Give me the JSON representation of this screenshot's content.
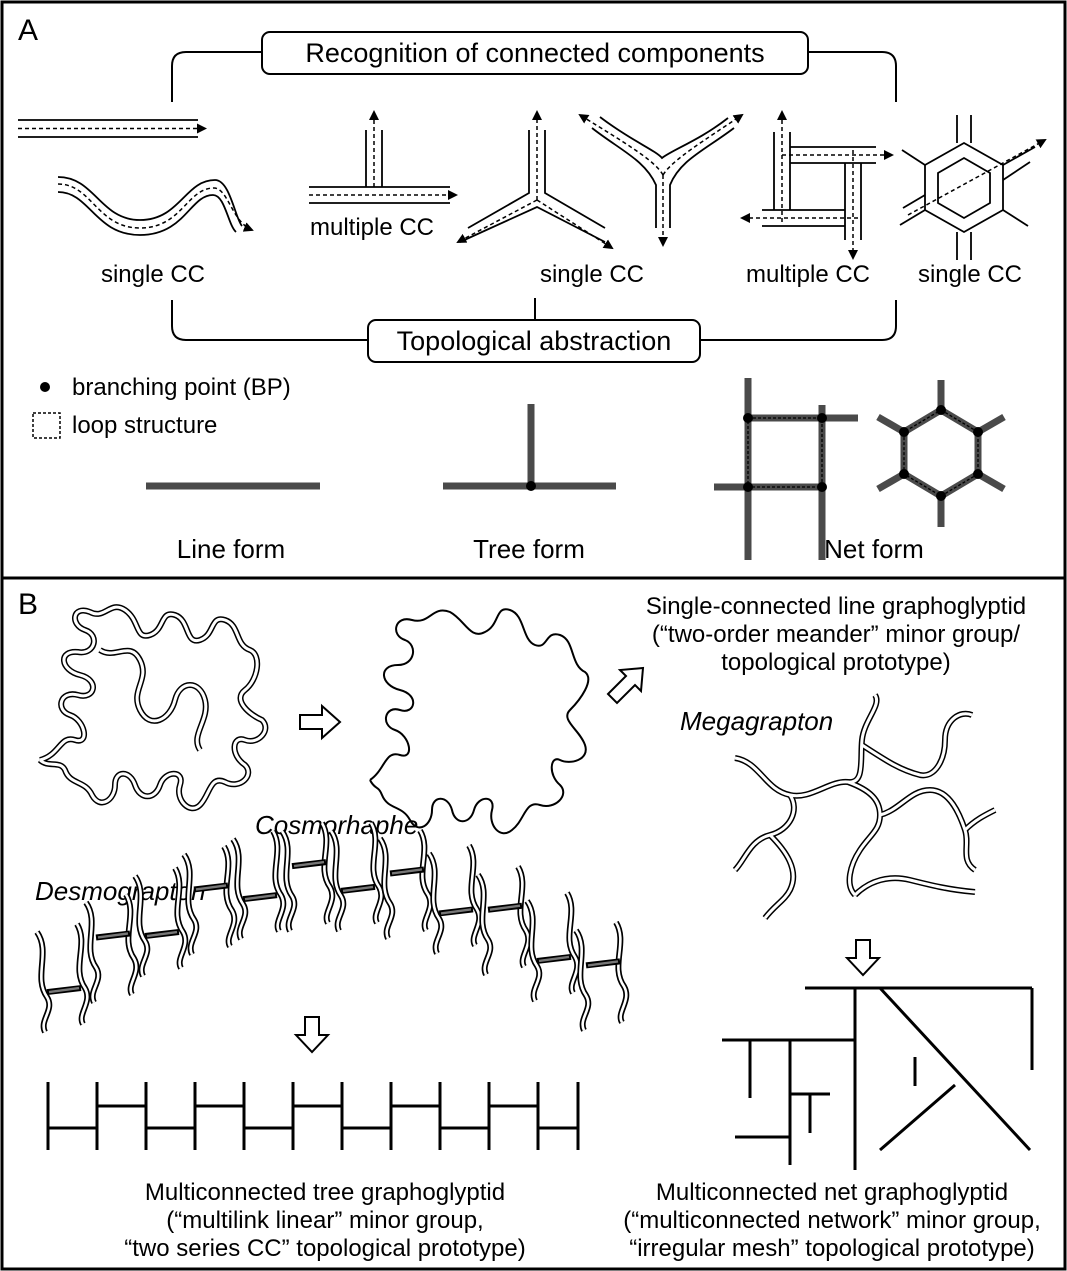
{
  "panelA": {
    "letter": "A",
    "recognition_title": "Recognition of connected components",
    "abstraction_title": "Topological abstraction",
    "cc_labels": {
      "single_left": "single CC",
      "multiple_t": "multiple CC",
      "single_mid": "single CC",
      "multiple_grid": "multiple CC",
      "single_hex": "single CC"
    },
    "legend": {
      "branching_point": "branching point (BP)",
      "loop_structure": "loop structure"
    },
    "forms": {
      "line": "Line form",
      "tree": "Tree form",
      "net": "Net form"
    }
  },
  "panelB": {
    "letter": "B",
    "taxa": {
      "cosmorhaphe": "Cosmorhaphe",
      "desmograpton": "Desmograpton",
      "megagrapton": "Megagrapton"
    },
    "captions": {
      "line": [
        "Single-connected line graphoglyptid",
        "(“two-order meander” minor group/",
        "topological prototype)"
      ],
      "tree": [
        "Multiconnected tree graphoglyptid",
        "(“multilink linear” minor group,",
        "“two series CC” topological prototype)"
      ],
      "net": [
        "Multiconnected net graphoglyptid",
        "(“multiconnected network” minor group,",
        "“irregular mesh” topological prototype)"
      ]
    }
  },
  "colors": {
    "ink": "#000000",
    "abstract_line": "#4a4a4a",
    "background": "#ffffff"
  }
}
